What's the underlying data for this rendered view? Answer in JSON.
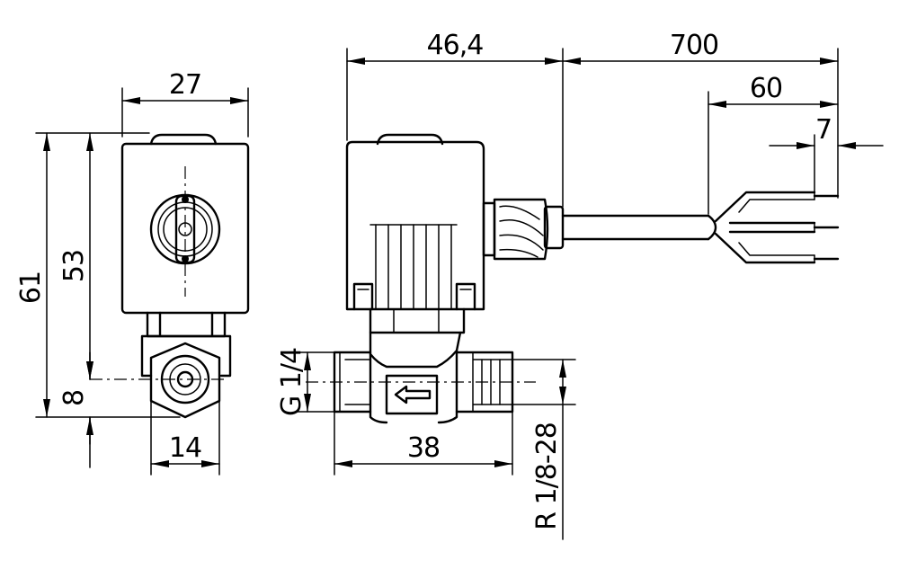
{
  "dimensions": {
    "side_width": "27",
    "total_height": "61",
    "coil_height": "53",
    "port_offset": "8",
    "hex_size": "14",
    "body_to_cable": "46,4",
    "cable_length": "700",
    "strip_length": "60",
    "wire_end": "7",
    "port_thread_left": "G 1/4",
    "body_length": "38",
    "port_thread_right": "R 1/8-28"
  }
}
